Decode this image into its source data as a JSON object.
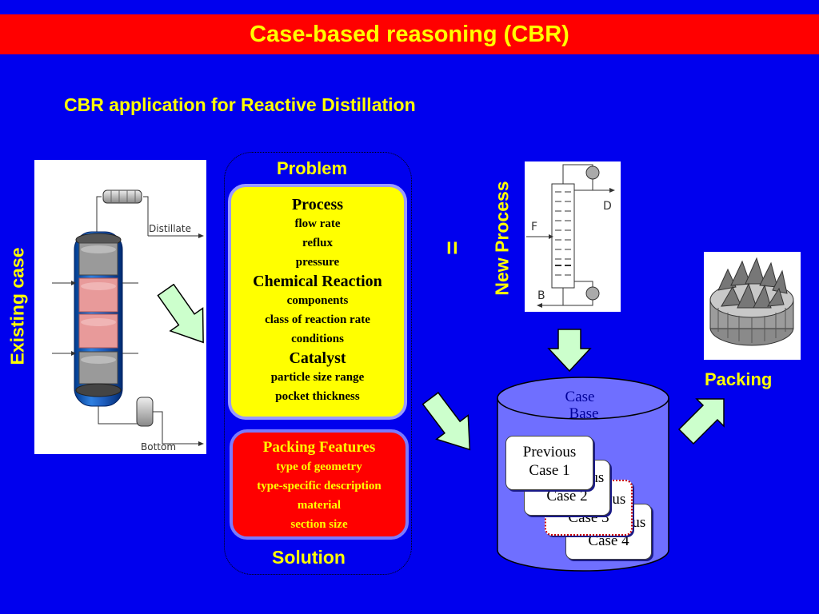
{
  "title": "Case-based reasoning (CBR)",
  "subtitle": "CBR application for Reactive Distillation",
  "existing_case_label": "Existing case",
  "new_process_label": "New Process",
  "equals_sign": "=",
  "packing_label": "Packing",
  "problem_label": "Problem",
  "solution_label": "Solution",
  "problem_box": {
    "process_heading": "Process",
    "process_items": [
      "flow rate",
      "reflux",
      "pressure"
    ],
    "reaction_heading": "Chemical Reaction",
    "reaction_items": [
      "components",
      "class of reaction rate",
      "conditions"
    ],
    "catalyst_heading": "Catalyst",
    "catalyst_items": [
      "particle size range",
      "pocket thickness"
    ]
  },
  "packing_box": {
    "heading": "Packing Features",
    "items": [
      "type of geometry",
      "type-specific description",
      "material",
      "section size"
    ]
  },
  "case_base": {
    "label_line1": "Case",
    "label_line2": "Base",
    "cases": [
      {
        "line1": "Previous",
        "line2": "Case 1"
      },
      {
        "line1": "Previous",
        "line2": "Case 2"
      },
      {
        "line1": "Previous",
        "line2": "Case 3"
      },
      {
        "line1": "Previous",
        "line2": "Case 4"
      }
    ]
  },
  "column_diagram": {
    "distillate": "Distillate",
    "bottom": "Bottom"
  },
  "new_process_diagram": {
    "feed": "F",
    "distillate": "D",
    "bottom": "B"
  },
  "colors": {
    "background": "#0000ee",
    "title_bar": "#ff0000",
    "accent_text": "#ffff00",
    "arrow_fill": "#ccffcc"
  }
}
